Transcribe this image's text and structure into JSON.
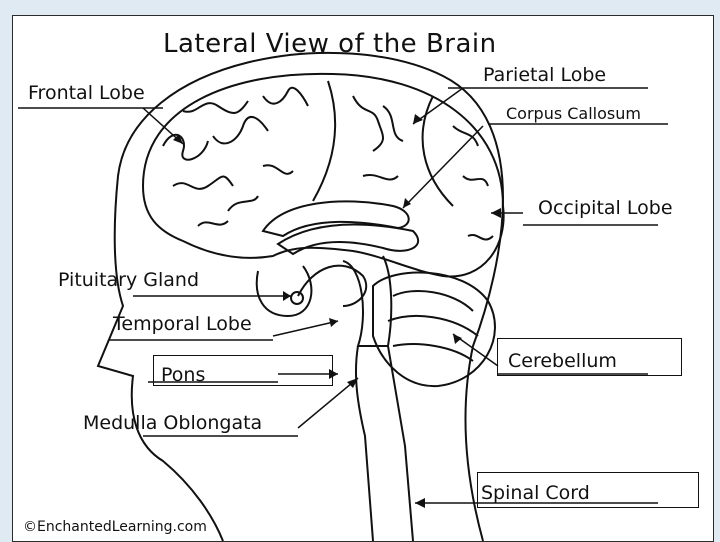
{
  "title": "Lateral View of the Brain",
  "labels": {
    "frontal_lobe": "Frontal Lobe",
    "parietal_lobe": "Parietal Lobe",
    "corpus_callosum": "Corpus Callosum",
    "occipital_lobe": "Occipital Lobe",
    "pituitary_gland": "Pituitary Gland",
    "temporal_lobe": "Temporal Lobe",
    "pons": "Pons",
    "cerebellum": "Cerebellum",
    "medulla_oblongata": "Medulla Oblongata",
    "spinal_cord": "Spinal Cord"
  },
  "credit": "©EnchantedLearning.com",
  "colors": {
    "line": "#111111",
    "background": "#ffffff",
    "slide": "#dfeaf2"
  }
}
